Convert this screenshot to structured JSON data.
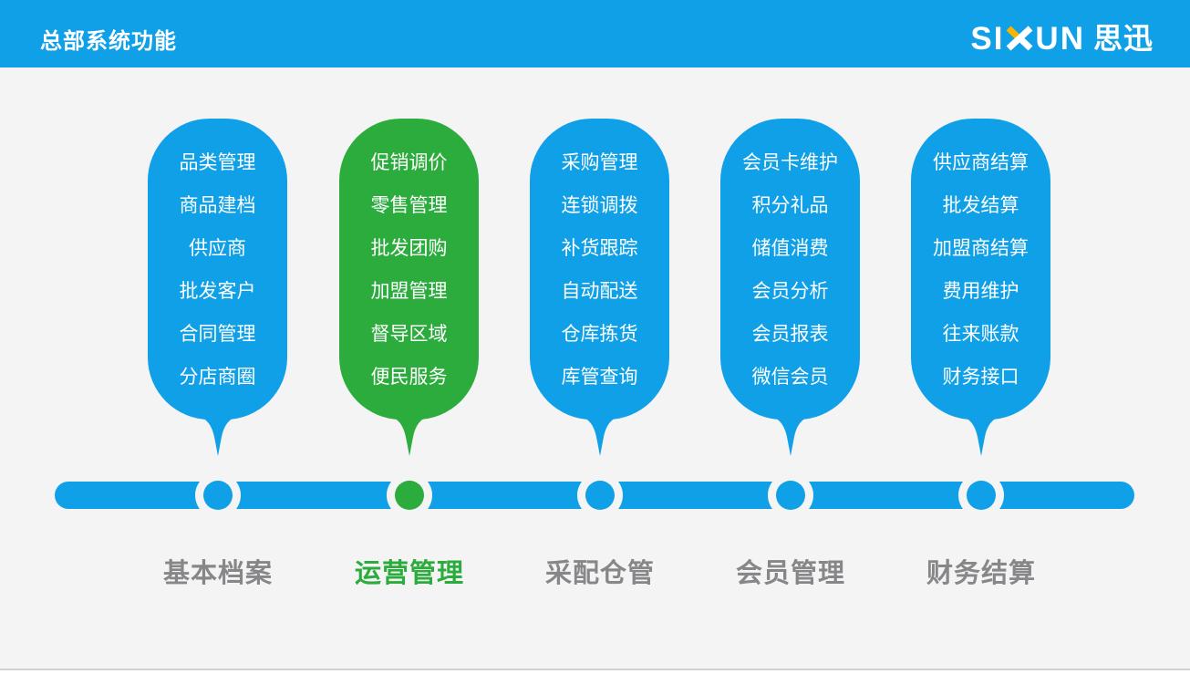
{
  "header": {
    "title": "总部系统功能",
    "logo": {
      "si": "SI",
      "un": "UN",
      "cjk": "思迅",
      "x_icon": "stylized-x-yellow-white"
    }
  },
  "colors": {
    "blue": "#10A0E8",
    "green": "#2BAC3D",
    "label_gray": "#87878A",
    "background": "#F4F4F5",
    "logo_yellow": "#F8B500",
    "text_white": "#FFFFFF"
  },
  "groups": [
    {
      "label": "基本档案",
      "color": "blue",
      "items": [
        "品类管理",
        "商品建档",
        "供应商",
        "批发客户",
        "合同管理",
        "分店商圈"
      ]
    },
    {
      "label": "运营管理",
      "color": "green",
      "items": [
        "促销调价",
        "零售管理",
        "批发团购",
        "加盟管理",
        "督导区域",
        "便民服务"
      ]
    },
    {
      "label": "采配仓管",
      "color": "blue",
      "items": [
        "采购管理",
        "连锁调拨",
        "补货跟踪",
        "自动配送",
        "仓库拣货",
        "库管查询"
      ]
    },
    {
      "label": "会员管理",
      "color": "blue",
      "items": [
        "会员卡维护",
        "积分礼品",
        "储值消费",
        "会员分析",
        "会员报表",
        "微信会员"
      ]
    },
    {
      "label": "财务结算",
      "color": "blue",
      "items": [
        "供应商结算",
        "批发结算",
        "加盟商结算",
        "费用维护",
        "往来账款",
        "财务接口"
      ]
    }
  ]
}
